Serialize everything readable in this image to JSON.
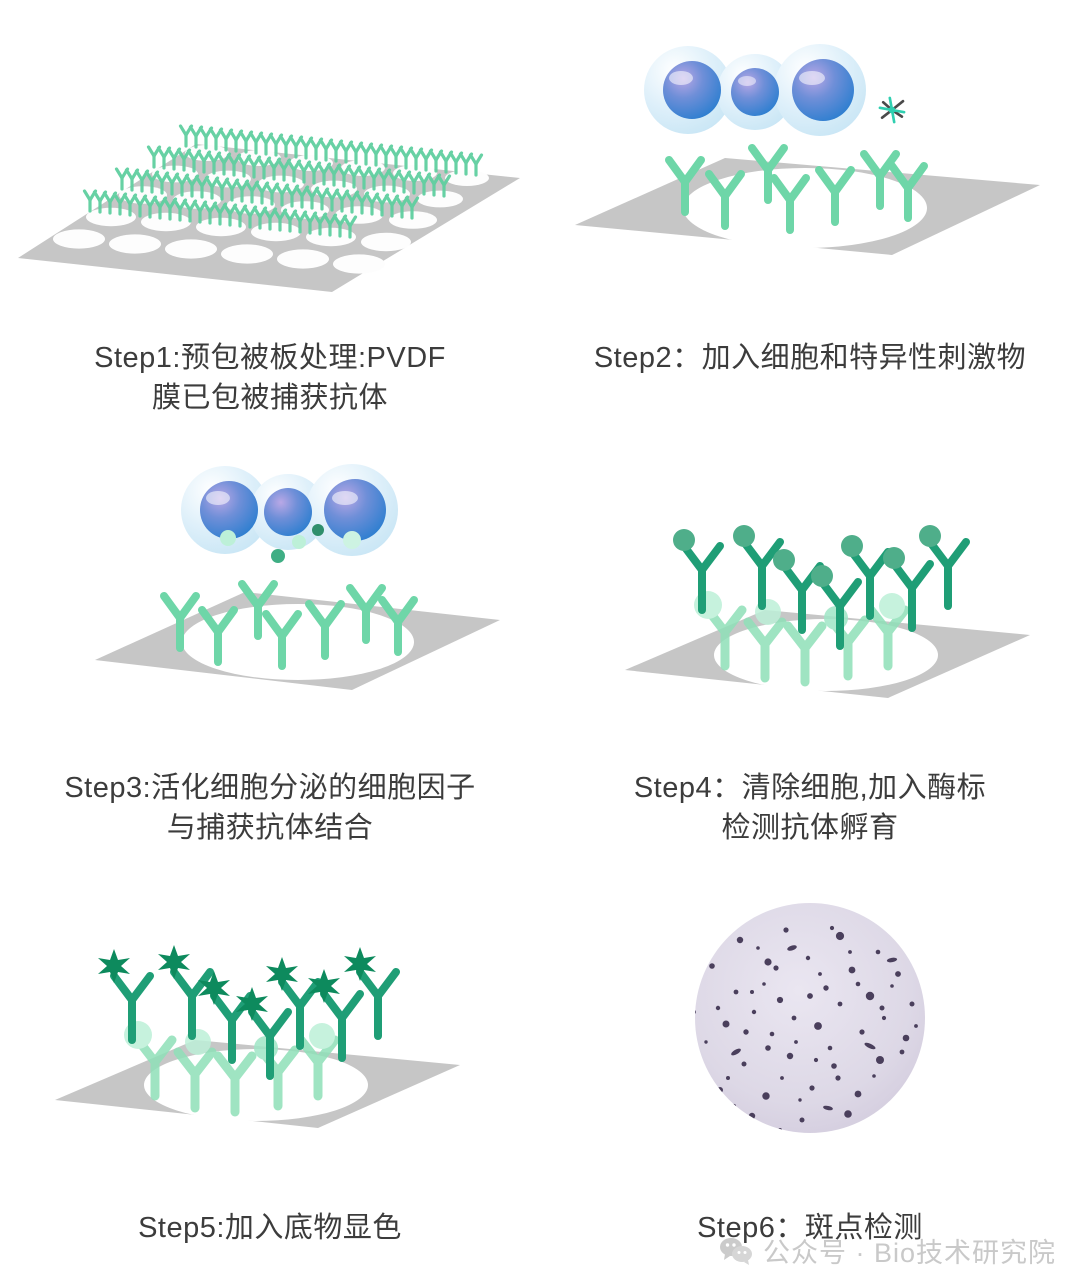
{
  "figure": {
    "title": "ELISpot assay workflow",
    "background": "#ffffff",
    "text_color": "#3c3c3c"
  },
  "palette": {
    "plate_gray": "#c4c4c4",
    "plate_gray_dark": "#b4b4b4",
    "well_white": "#ffffff",
    "capture_antibody_green": "#6ed6a8",
    "capture_antibody_green_dark": "#4cc493",
    "detection_antibody_teal": "#1f9e76",
    "detection_antibody_teal_dark": "#17795b",
    "enzyme_dot_green": "#46a883",
    "substrate_star_green": "#0d8a5d",
    "cytokine_dot_green": "#3fae84",
    "cell_membrane_blue": "#d4ecf7",
    "cell_nucleus_blue": "#3f8fd8",
    "cell_nucleus_purple": "#8f7fd0",
    "spot_purple": "#4a3f5c",
    "well_photo_bg": "#ddd8e6",
    "watermark_gray": "#c9c9c9"
  },
  "steps": [
    {
      "id": "step1",
      "label": "Step1：",
      "label_plain": "Step1:",
      "text": "预包被板处理:PVDF\n膜已包被捕获抗体",
      "full": "Step1: 预包被板处理:PVDF 膜已包被捕获抗体",
      "art": "multiwell-plate-with-capture-antibodies",
      "art_description": "Tilted 6x6 multi-well plate in gray with rows of green Y-shaped capture antibodies coating the PVDF membrane"
    },
    {
      "id": "step2",
      "label": "Step2：",
      "label_plain": "Step2:",
      "text": "加入细胞和特异性刺激物",
      "full": "Step2：加入细胞和特异性刺激物",
      "art": "well-with-cells-and-stimulant",
      "art_description": "Gray square membrane with white well, green capture antibodies, three blue cells above and a small teal stimulant molecule"
    },
    {
      "id": "step3",
      "label": "Step3：",
      "label_plain": "Step3:",
      "text": "活化细胞分泌的细胞因子\n与捕获抗体结合",
      "full": "Step3: 活化细胞分泌的细胞因子 与捕获抗体结合",
      "art": "cells-secreting-cytokines",
      "art_description": "Activated cells releasing small green cytokine dots that bind the green capture antibodies on the membrane"
    },
    {
      "id": "step4",
      "label": "Step4：",
      "label_plain": "Step4:",
      "text": "清除细胞,加入酶标\n检测抗体孵育",
      "full": "Step4： 清除细胞,加入酶标 检测抗体孵育",
      "art": "enzyme-labeled-detection-antibodies",
      "art_description": "Cells removed; dark teal enzyme-labeled detection antibodies with round enzyme heads bound over pale green capture antibodies"
    },
    {
      "id": "step5",
      "label": "Step5：",
      "label_plain": "Step5:",
      "text": "加入底物显色",
      "full": "Step5:加入底物显色",
      "art": "substrate-color-development",
      "art_description": "Dark green starbursts on the tips of detection antibodies representing substrate colour development"
    },
    {
      "id": "step6",
      "label": "Step6：",
      "label_plain": "Step6:",
      "text": "斑点检测",
      "full": "Step6： 斑点检测",
      "art": "spot-detection-well-photo",
      "art_description": "Circular photographed well on pale lavender background densely covered with dark purple spots"
    }
  ],
  "watermark": {
    "icon": "wechat-icon",
    "text": "公众号 · Bio技术研究院"
  }
}
